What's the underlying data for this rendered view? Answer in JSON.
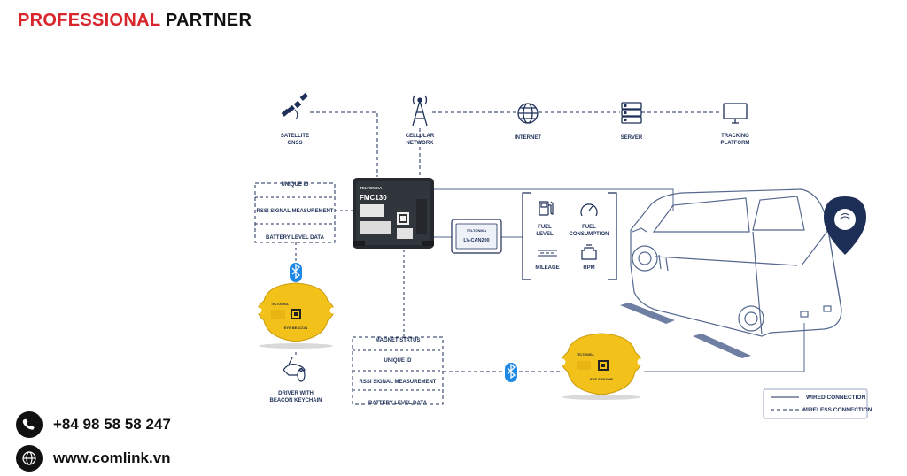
{
  "brand": {
    "part1": "PROFESSIONAL",
    "part2": "PARTNER"
  },
  "contact": {
    "phone": "+84 98 58 58 247",
    "website": "www.comlink.vn"
  },
  "nodes": {
    "satellite": [
      "SATELLITE",
      "GNSS"
    ],
    "cellular": [
      "CELLULAR",
      "NETWORK"
    ],
    "internet": "INTERNET",
    "server": "SERVER",
    "platform": [
      "TRACKING",
      "PLATFORM"
    ]
  },
  "left_box": [
    "UNIQUE ID",
    "RSSI SIGNAL MEASUREMENT",
    "BATTERY LEVEL DATA"
  ],
  "bottom_box": [
    "MAGNET STATUS",
    "UNIQUE ID",
    "RSSI SIGNAL MEASUREMENT",
    "BATTERY LEVEL DATA"
  ],
  "device": {
    "model": "FMC130",
    "brand": "TELTONIKA"
  },
  "adapter": {
    "name": "LV-CAN200",
    "brand": "TELTONIKA"
  },
  "can_box": {
    "fuel_level": [
      "FUEL",
      "LEVEL"
    ],
    "fuel_consumption": [
      "FUEL",
      "CONSUMPTION"
    ],
    "mileage": "MILEAGE",
    "rpm": "RPM"
  },
  "beacon1": {
    "label": "EYE BEACON",
    "brand": "TELTONIKA"
  },
  "beacon2": {
    "label": "EYE SENSOR",
    "brand": "TELTONIKA"
  },
  "driver": [
    "DRIVER WITH",
    "BEACON KEYCHAIN"
  ],
  "legend": {
    "wired": "WIRED CONNECTION",
    "wireless": "WIRELESS CONNECTION"
  },
  "colors": {
    "navy": "#1d2f57",
    "brand_red": "#d8262c",
    "beacon_yellow": "#f2c21b",
    "bluetooth": "#1e88e5",
    "van_line": "#55688e"
  }
}
